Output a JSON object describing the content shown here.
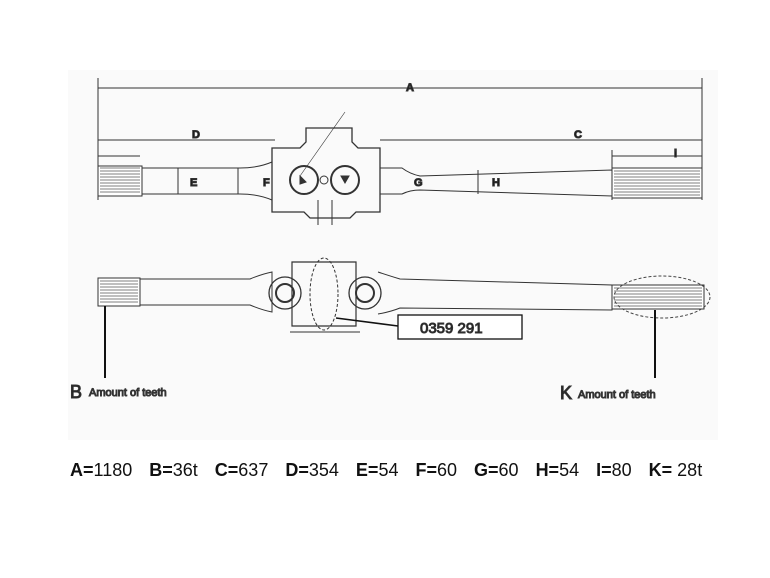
{
  "drawing": {
    "labels": {
      "A": "A",
      "C": "C",
      "D": "D",
      "E": "E",
      "F": "F",
      "G": "G",
      "H": "H",
      "I": "i"
    },
    "callout_b": {
      "letter": "B",
      "text": "Amount of teeth"
    },
    "callout_k": {
      "letter": "K",
      "text": "Amount of teeth"
    },
    "part_number": "0359 291"
  },
  "legend": [
    {
      "key": "A=",
      "value": "1180"
    },
    {
      "key": "B=",
      "value": "36t"
    },
    {
      "key": "C=",
      "value": "637"
    },
    {
      "key": "D=",
      "value": "354"
    },
    {
      "key": "E=",
      "value": "54"
    },
    {
      "key": "F=",
      "value": "60"
    },
    {
      "key": "G=",
      "value": "60"
    },
    {
      "key": "H=",
      "value": "54"
    },
    {
      "key": "I=",
      "value": "80"
    },
    {
      "key": "K=",
      "value": " 28t"
    }
  ]
}
